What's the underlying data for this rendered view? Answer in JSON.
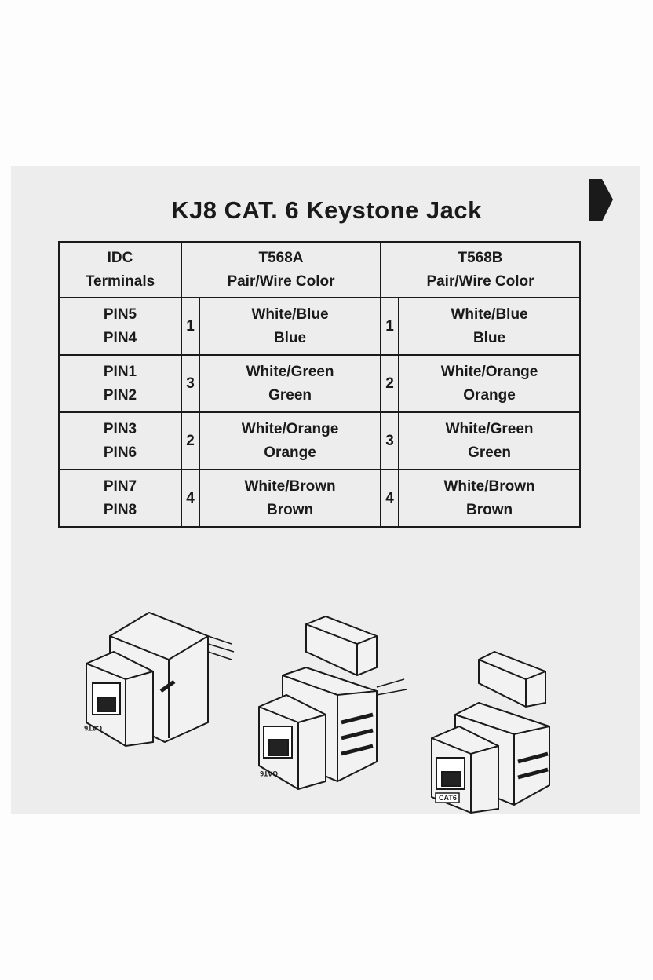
{
  "title": "KJ8 CAT. 6 Keystone Jack",
  "table": {
    "headers": [
      {
        "line1": "IDC",
        "line2": "Terminals"
      },
      {
        "line1": "T568A",
        "line2": "Pair/Wire Color"
      },
      {
        "line1": "T568B",
        "line2": "Pair/Wire Color"
      }
    ],
    "rows": [
      {
        "pins": [
          "PIN5",
          "PIN4"
        ],
        "a_pair": "1",
        "a_colors": [
          "White/Blue",
          "Blue"
        ],
        "b_pair": "1",
        "b_colors": [
          "White/Blue",
          "Blue"
        ]
      },
      {
        "pins": [
          "PIN1",
          "PIN2"
        ],
        "a_pair": "3",
        "a_colors": [
          "White/Green",
          "Green"
        ],
        "b_pair": "2",
        "b_colors": [
          "White/Orange",
          "Orange"
        ]
      },
      {
        "pins": [
          "PIN3",
          "PIN6"
        ],
        "a_pair": "2",
        "a_colors": [
          "White/Orange",
          "Orange"
        ],
        "b_pair": "3",
        "b_colors": [
          "White/Green",
          "Green"
        ]
      },
      {
        "pins": [
          "PIN7",
          "PIN8"
        ],
        "a_pair": "4",
        "a_colors": [
          "White/Brown",
          "Brown"
        ],
        "b_pair": "4",
        "b_colors": [
          "White/Brown",
          "Brown"
        ]
      }
    ]
  },
  "illustration": {
    "jack_label": "CAT6"
  }
}
